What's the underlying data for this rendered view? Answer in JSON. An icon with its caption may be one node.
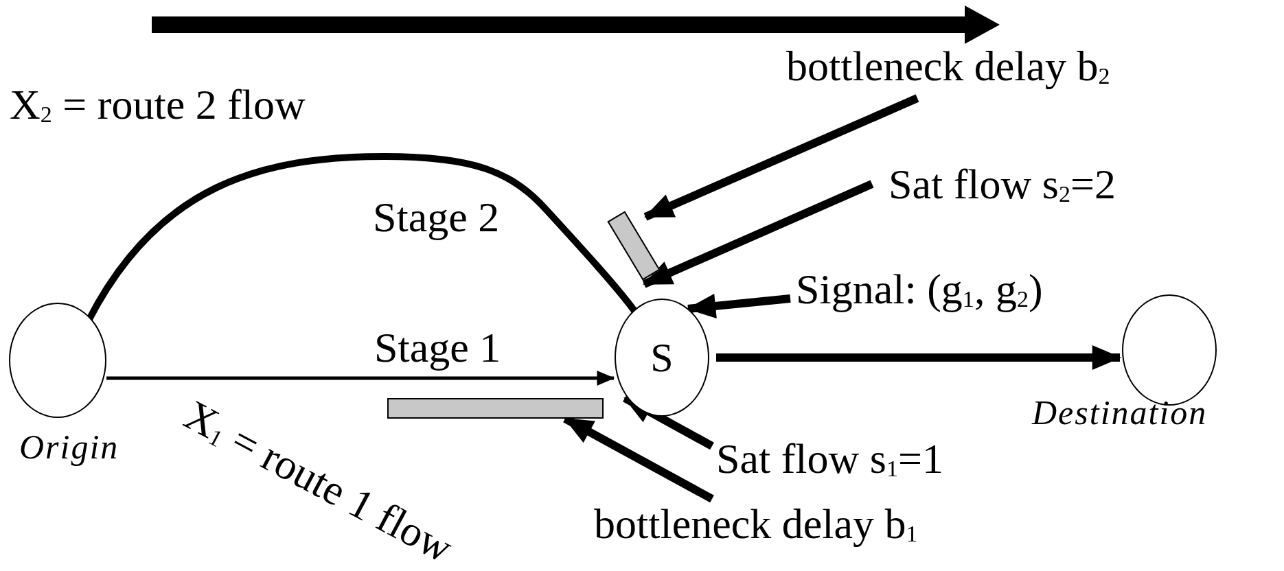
{
  "diagram": {
    "nodes": [
      {
        "text": [],
        "shape": "circle",
        "beside": [
          "Origin"
        ]
      },
      {
        "text": [
          "S"
        ]
      },
      {
        "text": [],
        "shape": "circle",
        "beside": [
          "Destination"
        ]
      },
      {
        "text": [],
        "shape": "bar"
      },
      {
        "text": [],
        "shape": "bar"
      },
      {
        "text": [
          "bottleneck delay b$_{2}$"
        ]
      },
      {
        "text": [
          "Sat flow s$_{2}$=2"
        ]
      },
      {
        "text": [
          "Signal: (g$_{1}$, g$_{2}$)"
        ]
      },
      {
        "text": [
          "Sat flow s$_{1}$=1"
        ]
      },
      {
        "text": [
          "bottleneck delay b$_{1}$"
        ]
      }
    ],
    "edges": [
      {
        "from": 0,
        "to": 1,
        "arrow": "none"
      },
      {
        "from": 0,
        "to": 1,
        "arrow": "to"
      },
      {
        "from": 1,
        "to": 2,
        "arrow": "to"
      },
      {
        "from": 5,
        "to": 3,
        "arrow": "to"
      },
      {
        "from": 6,
        "to": 3,
        "arrow": "to"
      },
      {
        "from": 7,
        "to": 1,
        "arrow": "to"
      },
      {
        "from": 8,
        "to": 1,
        "arrow": "to"
      },
      {
        "from": 9,
        "to": 4,
        "arrow": "to"
      }
    ],
    "labels": [
      "X$_{2}$ = route 2 flow",
      "Stage 2",
      "Stage 1",
      "X$_{1}$ = route 1 flow"
    ]
  }
}
